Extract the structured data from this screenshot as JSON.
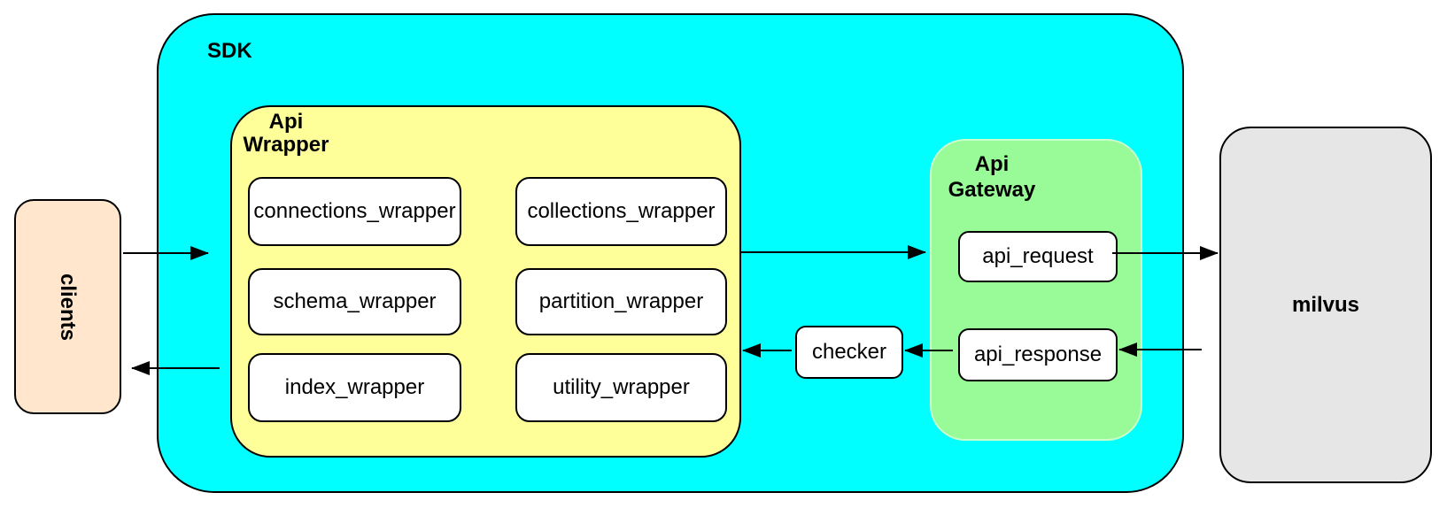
{
  "palette": {
    "sdk_fill": "#00FFFF",
    "api_wrapper_fill": "#FFFF99",
    "api_gateway_fill": "#98FB98",
    "api_gateway_stroke": "#C9FFC9",
    "clients_fill": "#FFE6CC",
    "milvus_fill": "#E6E6E6",
    "node_fill": "#FFFFFF",
    "stroke": "#000000"
  },
  "clients": {
    "label": "clients"
  },
  "sdk": {
    "label": "SDK",
    "api_wrapper": {
      "label_lines": [
        "Api",
        "Wrapper"
      ],
      "modules": [
        "connections_wrapper",
        "collections_wrapper",
        "schema_wrapper",
        "partition_wrapper",
        "index_wrapper",
        "utility_wrapper"
      ]
    },
    "checker": {
      "label": "checker"
    },
    "api_gateway": {
      "label_lines": [
        "Api",
        "Gateway"
      ],
      "request_label": "api_request",
      "response_label": "api_response"
    }
  },
  "milvus": {
    "label": "milvus"
  },
  "flows": [
    {
      "from": "clients",
      "to": "sdk"
    },
    {
      "from": "api_wrapper",
      "to": "clients"
    },
    {
      "from": "api_wrapper",
      "to": "api_gateway"
    },
    {
      "from": "api_request",
      "to": "milvus"
    },
    {
      "from": "milvus",
      "to": "api_response"
    },
    {
      "from": "api_response",
      "to": "checker"
    },
    {
      "from": "checker",
      "to": "api_wrapper"
    }
  ]
}
